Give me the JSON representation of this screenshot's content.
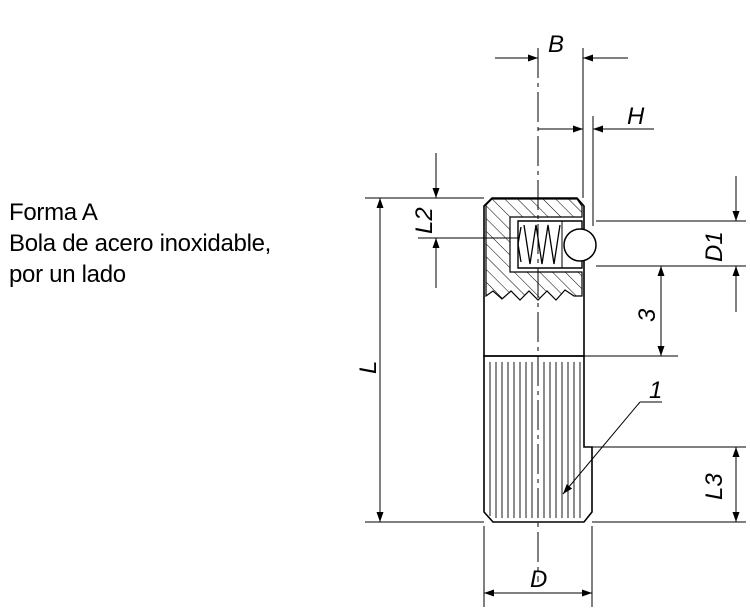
{
  "caption": {
    "line1": "Forma A",
    "line2": "Bola de acero inoxidable,",
    "line3": "por un lado"
  },
  "labels": {
    "B": "B",
    "H": "H",
    "L2": "L2",
    "D1": "D1",
    "three": "3",
    "L": "L",
    "one": "1",
    "L3": "L3",
    "D": "D"
  }
}
